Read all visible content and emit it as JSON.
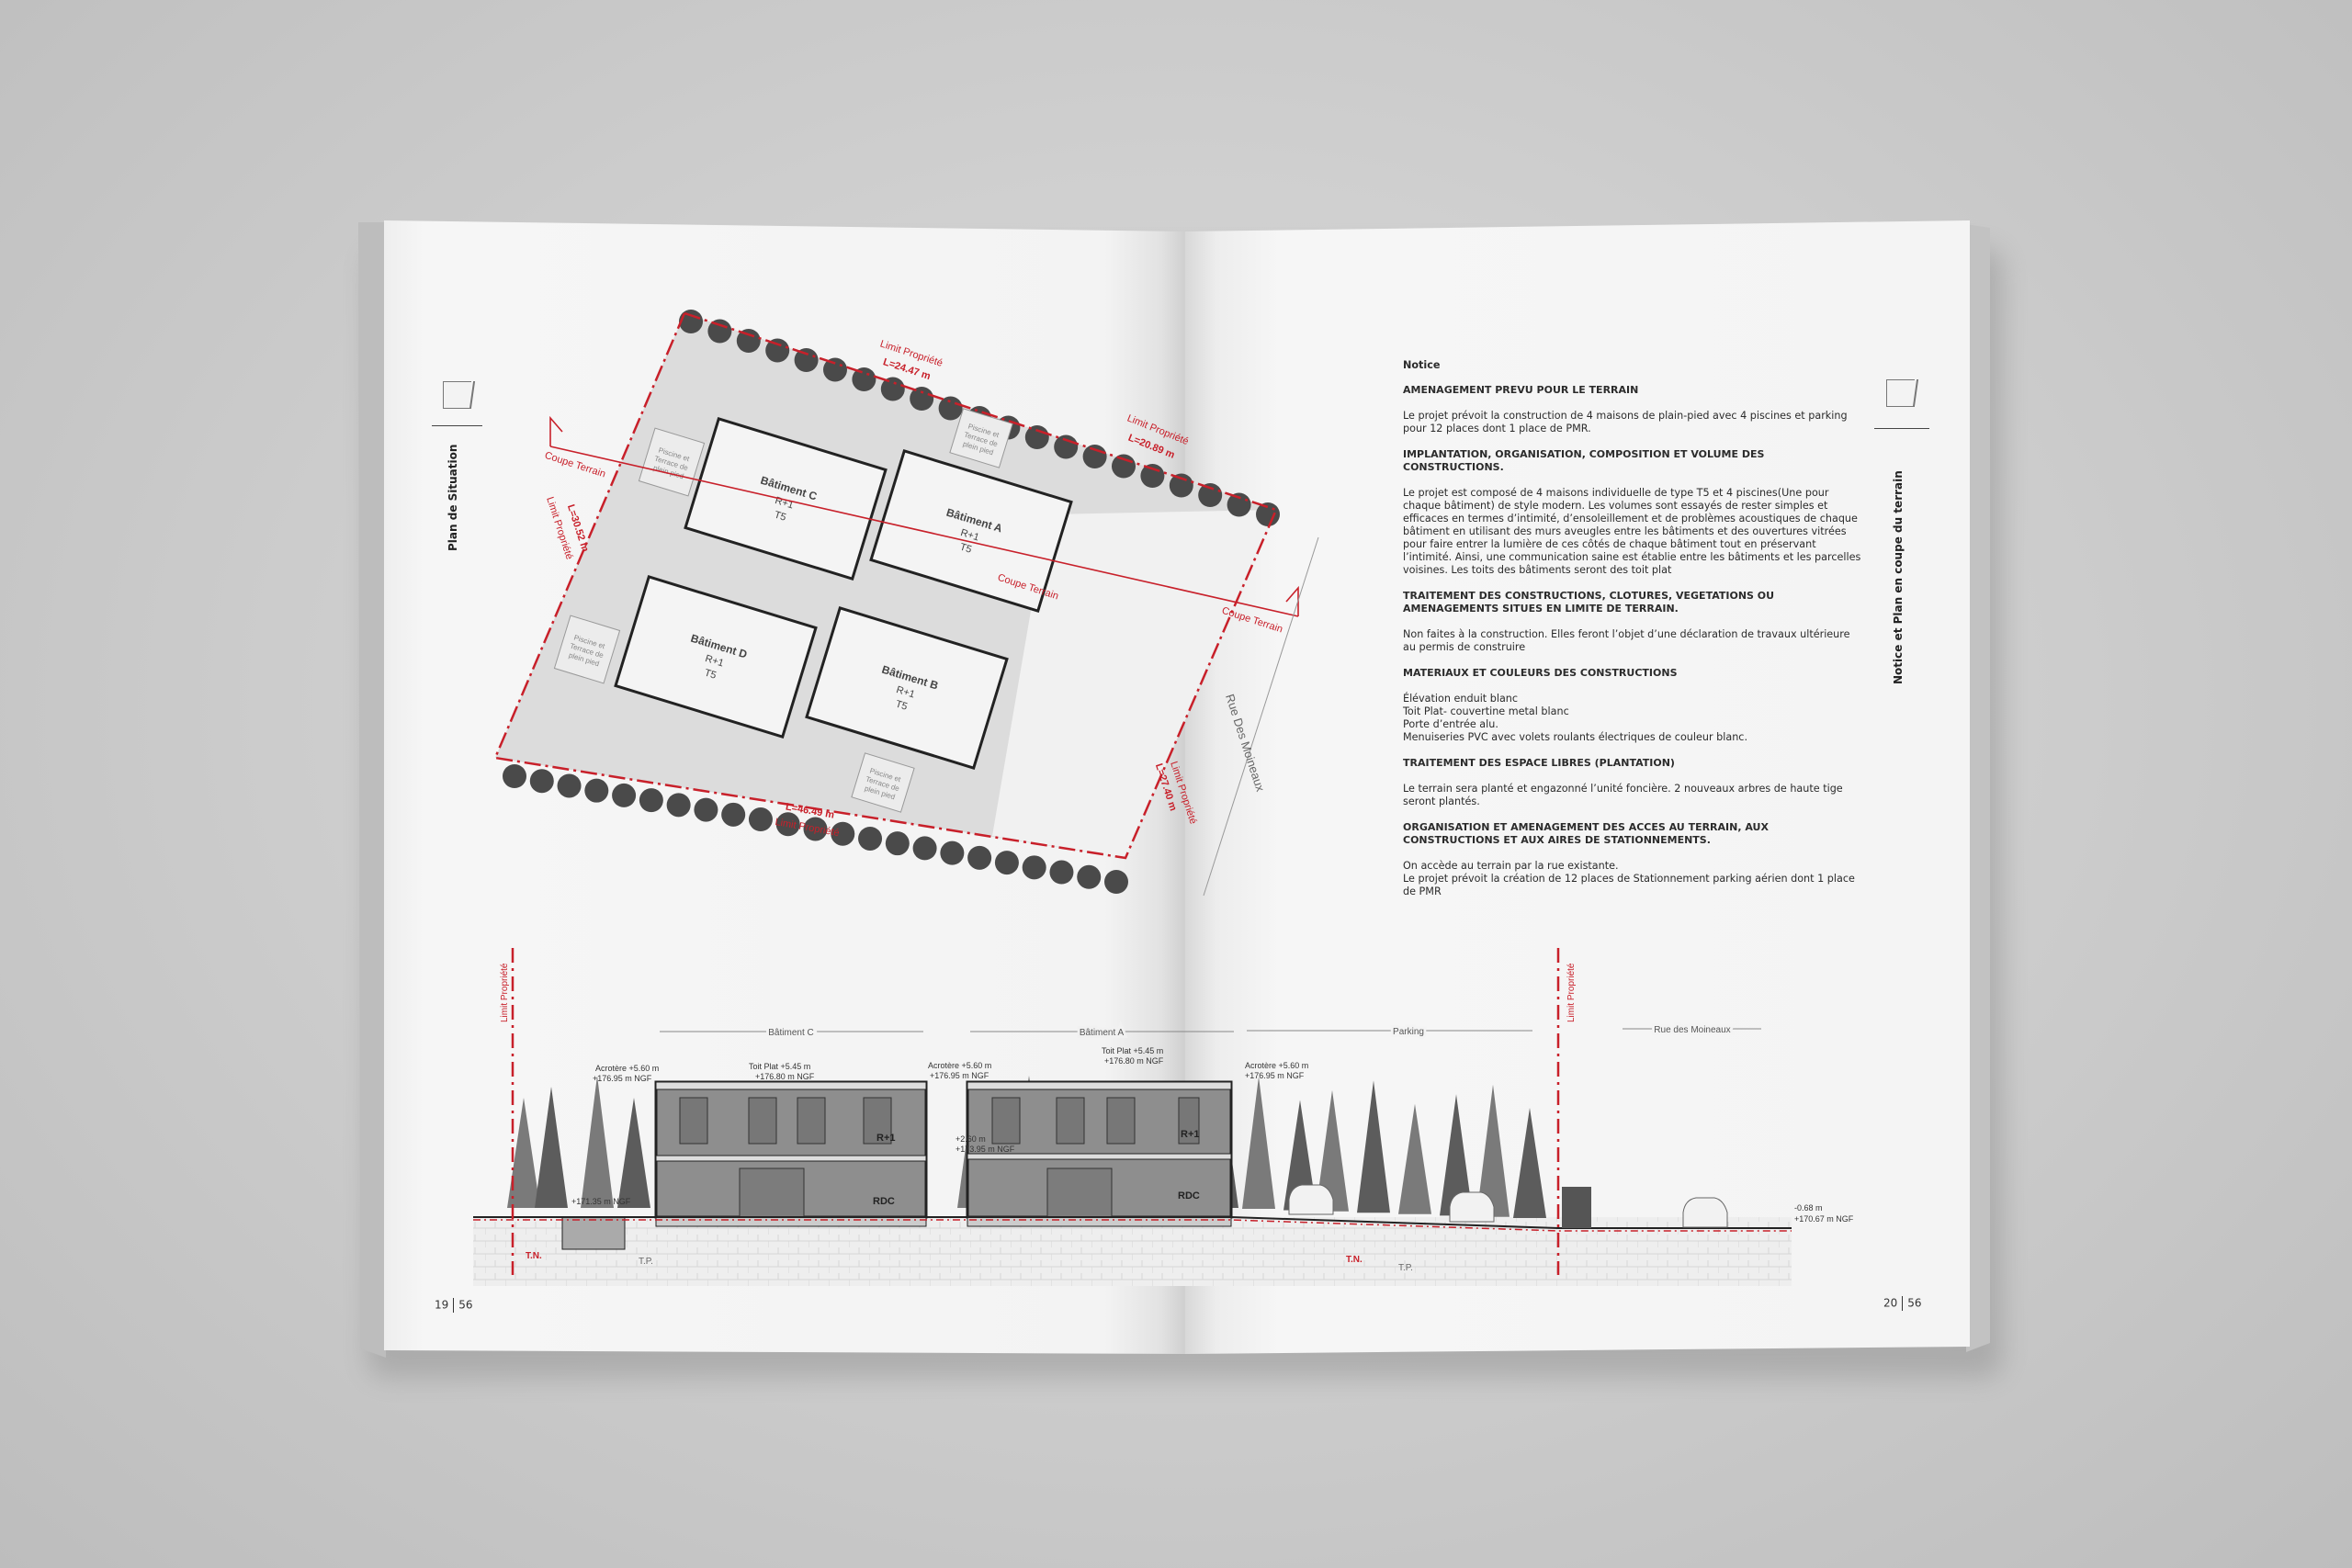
{
  "left_page": {
    "side_title": "Plan de Situation",
    "page_number": "19",
    "page_total": "56",
    "plan": {
      "buildings": [
        {
          "name": "Bâtiment C",
          "level": "R+1",
          "type": "T5"
        },
        {
          "name": "Bâtiment A",
          "level": "R+1",
          "type": "T5"
        },
        {
          "name": "Bâtiment D",
          "level": "R+1",
          "type": "T5"
        },
        {
          "name": "Bâtiment B",
          "level": "R+1",
          "type": "T5"
        }
      ],
      "pool_label_1": "Piscine et",
      "pool_label_2": "Terrace de",
      "pool_label_3": "plein pied",
      "limit_label": "Limit Propriété",
      "limit_top": "L=24.47 m",
      "limit_right_top": "L=20.89 m",
      "limit_left": "L=30.52 m",
      "limit_bottom": "L=46.49 m",
      "limit_right": "L=27.40 m",
      "coupe_label": "Coupe Terrain",
      "street": "Rue Des Moineaux"
    }
  },
  "section": {
    "limit_label": "Limit Propriété",
    "bat_c": "Bâtiment C",
    "bat_a": "Bâtiment A",
    "parking": "Parking",
    "street": "Rue des Moineaux",
    "acrotere": "Acrotère +5.60 m",
    "acrotere_ngf": "+176.95 m NGF",
    "toit_plat": "Toit Plat +5.45 m",
    "toit_plat_ngf": "+176.80 m NGF",
    "floor": "+2.60 m",
    "floor_ngf": "+173.95 m NGF",
    "pool_ngf": "+171.35 m NGF",
    "road": "-0.68 m",
    "road_ngf": "+170.67 m NGF",
    "r1": "R+1",
    "rdc": "RDC",
    "tn": "T.N.",
    "tp": "T.P."
  },
  "right_page": {
    "side_title": "Notice et Plan en coupe du terrain",
    "page_number": "20",
    "page_total": "56",
    "notice": {
      "title": "Notice",
      "sections": [
        {
          "heading": "AMENAGEMENT PREVU POUR LE TERRAIN",
          "lines": [
            "Le projet prévoit la construction de 4 maisons de plain-pied avec 4 piscines et parking pour 12 places dont 1 place de PMR."
          ]
        },
        {
          "heading": "IMPLANTATION, ORGANISATION, COMPOSITION ET VOLUME DES CONSTRUCTIONS.",
          "lines": [
            "Le projet est composé de 4 maisons individuelle de type T5 et 4 piscines(Une pour chaque bâtiment) de style modern. Les volumes sont essayés de rester simples et efficaces en termes d’intimité, d’ensoleillement et de problèmes acoustiques de chaque bâtiment en utilisant des murs aveugles entre les bâtiments et des ouvertures vitrées pour faire entrer la lumière de ces côtés de chaque bâtiment tout en préservant l’intimité. Ainsi, une communication saine est établie entre les bâtiments et les parcelles voisines. Les toits des bâtiments seront des toit plat"
          ]
        },
        {
          "heading": "TRAITEMENT DES CONSTRUCTIONS, CLOTURES, VEGETATIONS OU AMENAGEMENTS SITUES EN LIMITE DE TERRAIN.",
          "lines": [
            "Non faites à la construction. Elles feront l’objet d’une déclaration de travaux ultérieure au permis de construire"
          ]
        },
        {
          "heading": "MATERIAUX ET COULEURS DES CONSTRUCTIONS",
          "lines": [
            "Élévation enduit blanc",
            "Toit Plat- couvertine metal blanc",
            "Porte d’entrée alu.",
            "Menuiseries PVC avec volets roulants électriques de couleur blanc."
          ]
        },
        {
          "heading": "TRAITEMENT DES ESPACE LIBRES (PLANTATION)",
          "lines": [
            "Le terrain sera planté et engazonné l’unité foncière. 2 nouveaux arbres de haute tige seront plantés."
          ]
        },
        {
          "heading": "ORGANISATION ET AMENAGEMENT DES ACCES AU TERRAIN, AUX CONSTRUCTIONS ET AUX AIRES DE STATIONNEMENTS.",
          "lines": [
            "On accède au terrain par la rue existante.",
            "Le projet prévoit la création de 12 places de Stationnement parking aérien dont 1 place de PMR"
          ]
        }
      ]
    }
  },
  "colors": {
    "accent_red": "#c8202a",
    "paper": "#f4f4f4",
    "background": "#cdcdcd"
  }
}
